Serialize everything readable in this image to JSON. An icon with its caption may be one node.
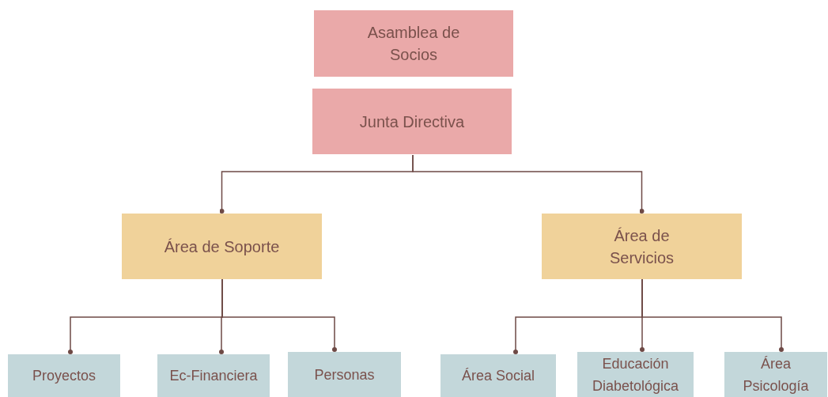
{
  "diagram": {
    "nodes": [
      {
        "text": [
          "Asamblea de Socios"
        ]
      },
      {
        "text": [
          "Junta Directiva"
        ]
      },
      {
        "text": [
          "Área de Soporte"
        ]
      },
      {
        "text": [
          "Área de Servicios"
        ]
      },
      {
        "text": [
          "Proyectos"
        ]
      },
      {
        "text": [
          "Ec-Financiera"
        ]
      },
      {
        "text": [
          "Personas"
        ]
      },
      {
        "text": [
          "Área Social"
        ]
      },
      {
        "text": [
          "Educación Diabetológica"
        ]
      },
      {
        "text": [
          "Área Psicología"
        ]
      }
    ],
    "edges": [
      {
        "from": 1,
        "to": 2,
        "arrow": "other"
      },
      {
        "from": 1,
        "to": 3,
        "arrow": "other"
      },
      {
        "from": 2,
        "to": 4,
        "arrow": "other"
      },
      {
        "from": 2,
        "to": 5,
        "arrow": "other"
      },
      {
        "from": 2,
        "to": 6,
        "arrow": "other"
      },
      {
        "from": 3,
        "to": 7,
        "arrow": "other"
      },
      {
        "from": 3,
        "to": 8,
        "arrow": "other"
      },
      {
        "from": 3,
        "to": 9,
        "arrow": "other"
      }
    ]
  }
}
